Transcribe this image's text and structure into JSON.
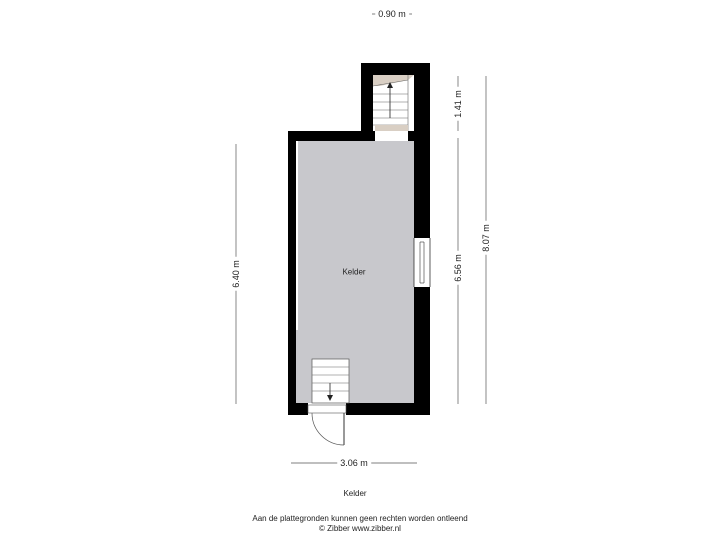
{
  "plan": {
    "room_name": "Kelder",
    "floor_caption": "Kelder",
    "dimensions": {
      "top_width": "0.90 m",
      "bottom_width": "3.06 m",
      "left_height": "6.40 m",
      "stair_height": "1.41 m",
      "right_height": "6.56 m",
      "total_height": "8.07 m"
    },
    "disclaimer": "Aan de plattegronden kunnen geen rechten worden ontleend",
    "copyright": "© Zibber www.zibber.nl"
  },
  "colors": {
    "wall": "#000000",
    "floor": "#c8c8cc",
    "stair": "#ffffff",
    "stair_landing": "#d9cfc4",
    "dimension_line": "#555555"
  }
}
